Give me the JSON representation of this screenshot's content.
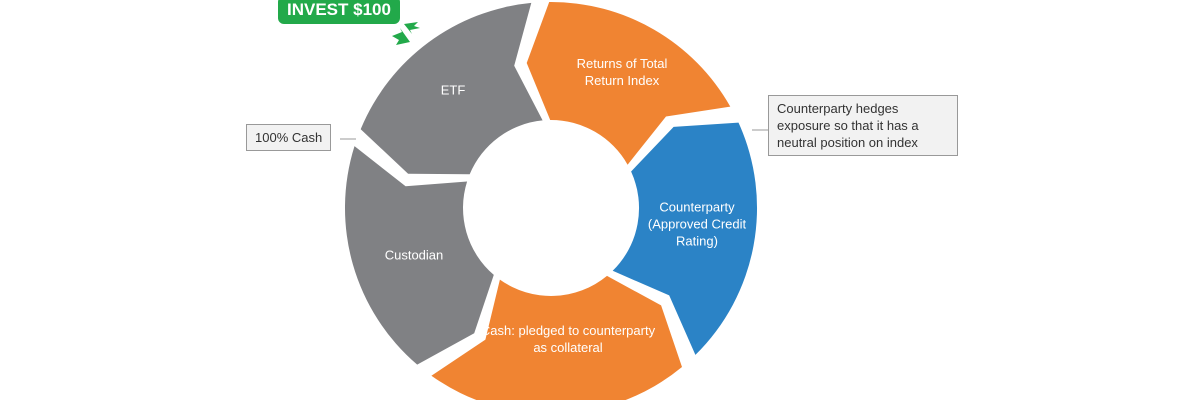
{
  "segments": [
    {
      "label": "ETF",
      "color": "#808184"
    },
    {
      "label": "Returns of Total Return Index",
      "color": "#f08432"
    },
    {
      "label": "Counterparty (Approved Credit Rating)",
      "color": "#2b83c6"
    },
    {
      "label": "Cash: pledged to counterparty as collateral",
      "color": "#f08432"
    },
    {
      "label": "Custodian",
      "color": "#808184"
    }
  ],
  "callouts": {
    "cash": "100% Cash",
    "hedge": "Counterparty hedges exposure so that it has a neutral position on index"
  },
  "invest": {
    "label": "INVEST $100",
    "color": "#22a94a"
  }
}
